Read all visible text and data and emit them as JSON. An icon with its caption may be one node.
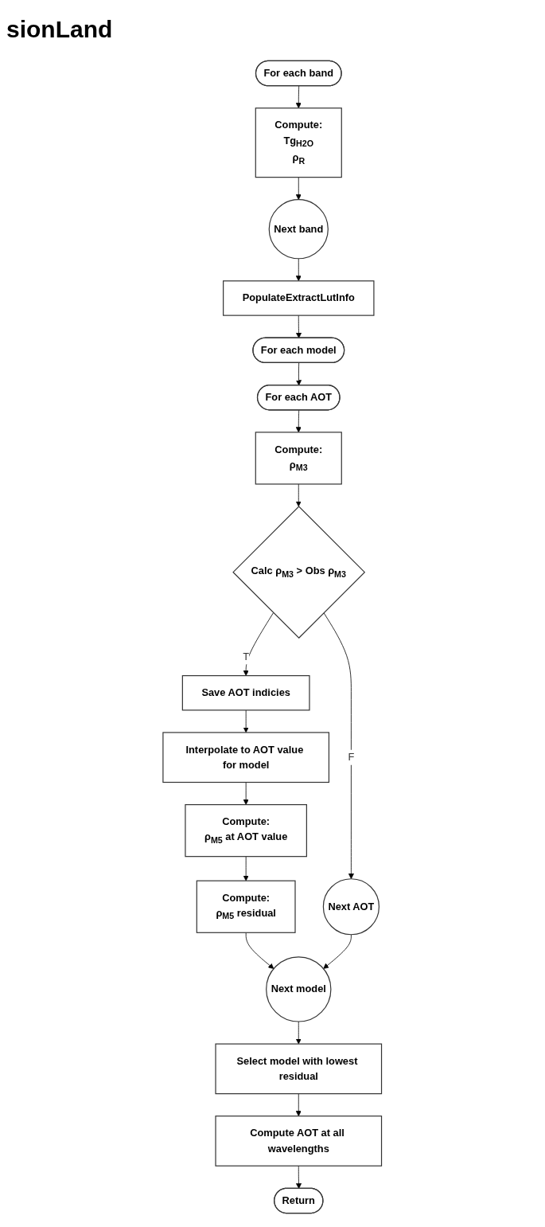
{
  "diagram": {
    "title": "sionLand",
    "nodes": [
      {
        "text": [
          "For each band"
        ]
      },
      {
        "text": [
          "Compute:",
          "Tg$_{H2O}$",
          "ρ$_{R}$"
        ]
      },
      {
        "text": [
          "Next band"
        ]
      },
      {
        "text": [
          "PopulateExtractLutInfo"
        ]
      },
      {
        "text": [
          "For each model"
        ]
      },
      {
        "text": [
          "For each AOT"
        ]
      },
      {
        "text": [
          "Compute:",
          "ρ$_{M3}$"
        ]
      },
      {
        "text": [
          "Calc ρ$_{M3}$ > Obs ρ$_{M3}$"
        ]
      },
      {
        "text": [
          "Save AOT indicies"
        ]
      },
      {
        "text": [
          "Interpolate to AOT value for model"
        ]
      },
      {
        "text": [
          "Compute:",
          "ρ$_{M5}$ at AOT value"
        ]
      },
      {
        "text": [
          "Compute:",
          "ρ$_{M5}$ residual"
        ]
      },
      {
        "text": [
          "Next AOT"
        ]
      },
      {
        "text": [
          "Next model"
        ]
      },
      {
        "text": [
          "Select model with lowest residual"
        ]
      },
      {
        "text": [
          "Compute AOT at all wavelengths"
        ]
      },
      {
        "text": [
          "Return"
        ]
      }
    ],
    "edges": [
      {
        "from": 0,
        "to": 1,
        "arrow": "to"
      },
      {
        "from": 1,
        "to": 2,
        "arrow": "to"
      },
      {
        "from": 2,
        "to": 3,
        "arrow": "to"
      },
      {
        "from": 3,
        "to": 4,
        "arrow": "to"
      },
      {
        "from": 4,
        "to": 5,
        "arrow": "to"
      },
      {
        "from": 5,
        "to": 6,
        "arrow": "to"
      },
      {
        "from": 6,
        "to": 7,
        "arrow": "to"
      },
      {
        "from": 7,
        "to": 8,
        "arrow": "to",
        "label": "T"
      },
      {
        "from": 7,
        "to": 12,
        "arrow": "to",
        "label": "F"
      },
      {
        "from": 8,
        "to": 9,
        "arrow": "to"
      },
      {
        "from": 9,
        "to": 10,
        "arrow": "to"
      },
      {
        "from": 10,
        "to": 11,
        "arrow": "to"
      },
      {
        "from": 11,
        "to": 13,
        "arrow": "to"
      },
      {
        "from": 12,
        "to": 13,
        "arrow": "to"
      },
      {
        "from": 13,
        "to": 14,
        "arrow": "to"
      },
      {
        "from": 14,
        "to": 15,
        "arrow": "to"
      },
      {
        "from": 15,
        "to": 16,
        "arrow": "to"
      }
    ]
  }
}
